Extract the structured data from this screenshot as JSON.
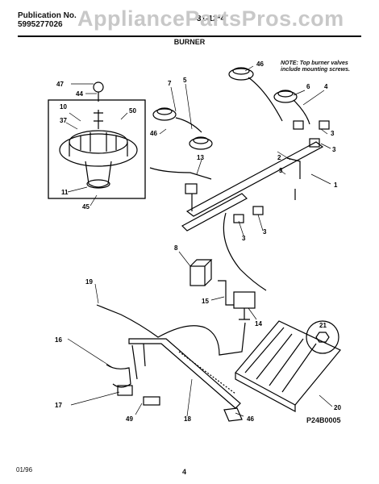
{
  "header": {
    "publication_label": "Publication No.",
    "publication_number": "5995277026",
    "model_partial": "31-12*4",
    "watermark": "AppliancePartsPros.com",
    "section_title": "BURNER"
  },
  "note": "NOTE: Top burner valves\ninclude mounting screws.",
  "diagram_code": "P24B0005",
  "footer": {
    "date": "01/96",
    "page_number": "4"
  },
  "callouts": [
    "47",
    "44",
    "10",
    "50",
    "37",
    "11",
    "45",
    "7",
    "5",
    "46",
    "46",
    "13",
    "6",
    "4",
    "3",
    "3",
    "2",
    "3",
    "1",
    "3",
    "3",
    "8",
    "19",
    "15",
    "14",
    "21",
    "16",
    "17",
    "49",
    "18",
    "46",
    "20"
  ]
}
